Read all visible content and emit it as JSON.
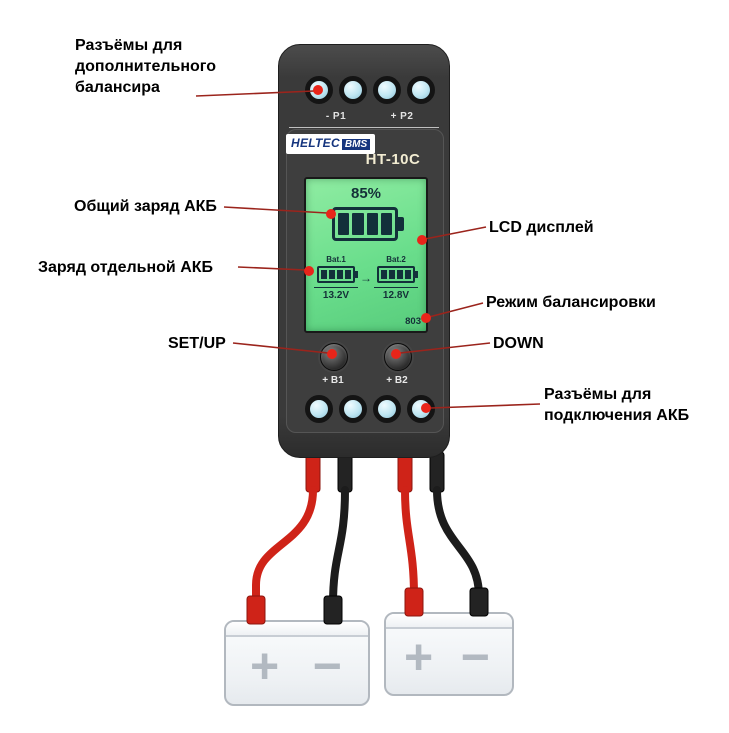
{
  "device": {
    "brand": "HELTEC",
    "brand_suffix": "BMS",
    "model": "HT-10C",
    "top_port_labels": [
      "- P1",
      "+ P2"
    ],
    "button_labels": [
      "+ B1",
      "+ B2"
    ],
    "lcd": {
      "total_charge": "85%",
      "batteries": [
        {
          "label": "Bat.1",
          "voltage": "13.2V"
        },
        {
          "label": "Bat.2",
          "voltage": "12.8V"
        }
      ],
      "balance_arrow": "→",
      "mode_code": "803"
    }
  },
  "annotations": {
    "balancer_ports": "Разъёмы для дополнительного балансира",
    "total_charge": "Общий заряд АКБ",
    "cell_charge": "Заряд отдельной АКБ",
    "set_up": "SET/UP",
    "lcd": "LCD дисплей",
    "balance_mode": "Режим балансировки",
    "down": "DOWN",
    "battery_ports": "Разъёмы для подключения АКБ"
  },
  "batteries": [
    {
      "plus": "+",
      "minus": "−"
    },
    {
      "plus": "+",
      "minus": "−"
    }
  ],
  "colors": {
    "accent_red": "#e8251a",
    "line_red": "#9b241c",
    "wire_red": "#cf2318",
    "wire_black": "#1c1c1c",
    "lcd_green": "#6fe08d",
    "device_gray": "#3a3a3a"
  }
}
